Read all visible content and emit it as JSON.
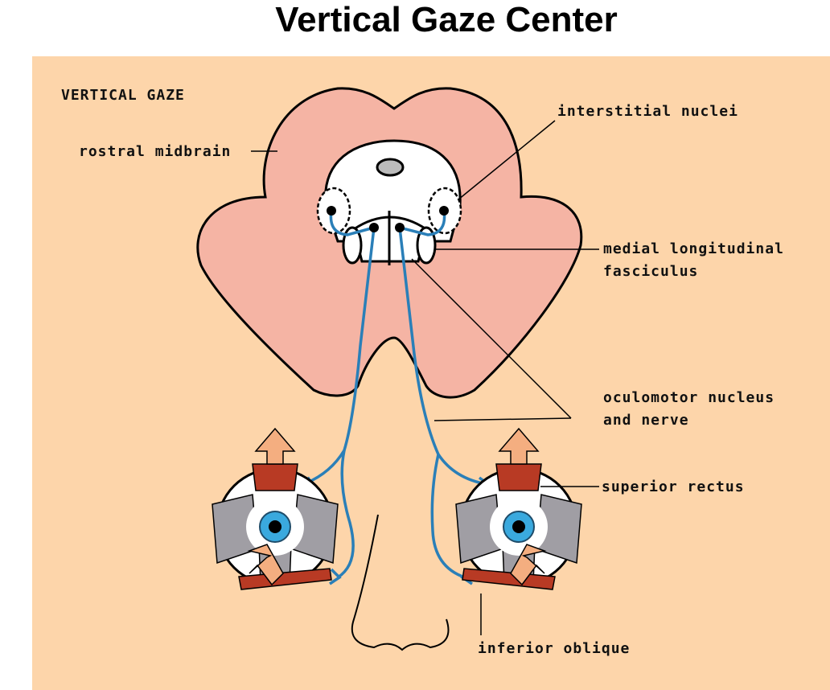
{
  "title": "Vertical Gaze Center",
  "labels": {
    "heading": "VERTICAL GAZE",
    "rostral_midbrain": "rostral midbrain",
    "interstitial_nuclei": "interstitial nuclei",
    "mlf_line1": "medial longitudinal",
    "mlf_line2": "fasciculus",
    "oculomotor_line1": "oculomotor nucleus",
    "oculomotor_line2": "and nerve",
    "superior_rectus": "superior rectus",
    "inferior_oblique": "inferior oblique"
  },
  "colors": {
    "background": "#FDD5AA",
    "midbrain": "#F5B4A4",
    "nerve": "#2A7FB8",
    "muscle_red": "#B83A24",
    "muscle_gray": "#A09EA4",
    "arrow": "#F4AE80",
    "iris": "#3AA9DE"
  }
}
